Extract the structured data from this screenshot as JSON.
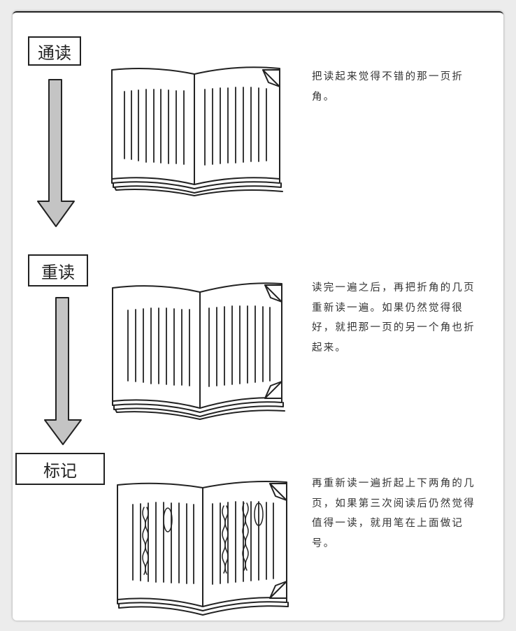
{
  "steps": [
    {
      "label": "通读",
      "text": "把读起来觉得不错的那一页折角。"
    },
    {
      "label": "重读",
      "text": "读完一遍之后，再把折角的几页重新读一遍。如果仍然觉得很好，就把那一页的另一个角也折起来。"
    },
    {
      "label": "标记",
      "text": "再重新读一遍折起上下两角的几页，如果第三次阅读后仍然觉得值得一读，就用笔在上面做记号。"
    }
  ],
  "colors": {
    "arrow": "#c4c4c4",
    "stroke": "#222222"
  },
  "icons": [
    "arrow-down-icon",
    "open-book-icon",
    "folded-corner-icon",
    "pen-mark-icon"
  ]
}
